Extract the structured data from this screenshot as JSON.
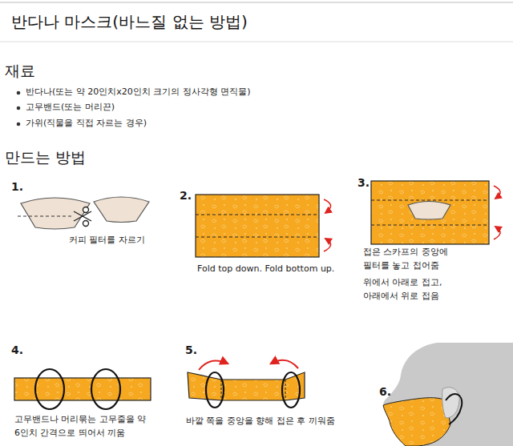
{
  "diagram": {
    "title": "반다나 마스크(바느질 없는 방법)",
    "labels": [
      "재료",
      "반다나(또는 약 20인치x20인치 크기의 정사각형 면직물)",
      "고무밴드(또는 머리끈)",
      "가위(직물을 직접 자르는 경우)",
      "만드는 방법",
      "1.",
      "커피 필터를 자르기",
      "2.",
      "Fold top down. Fold bottom up.",
      "3.",
      "접은 스카프의 중앙에 필터를 놓고 접어줌",
      "위에서 아래로 접고, 아래에서 위로 접음",
      "4.",
      "고무밴드나 머리묶는 고무줄을 약 6인치 간격으로 띄어서 끼움",
      "5.",
      "바깥 쪽을 중앙을 향해 접은 후 끼워줌",
      "6."
    ]
  }
}
